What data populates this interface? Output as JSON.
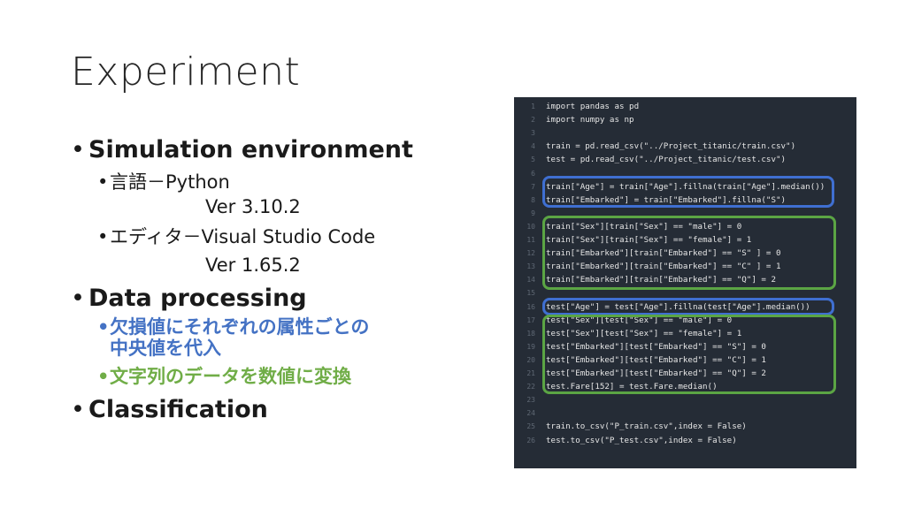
{
  "slide": {
    "title": "Experiment",
    "bullets": {
      "sim_env": "Simulation environment",
      "lang": "言語－Python",
      "lang_ver": "Ver 3.10.2",
      "editor": "エディタ－Visual Studio Code",
      "editor_ver": "Ver 1.65.2",
      "data_proc": "Data processing",
      "missing_1": "欠損値にそれぞれの属性ごとの",
      "missing_2": "中央値を代入",
      "convert": "文字列のデータを数値に変換",
      "classification": "Classification"
    },
    "colors": {
      "blue_text": "#4472c4",
      "green_text": "#70ad47",
      "box_blue": "#3f6fd1",
      "box_green": "#5ba544",
      "editor_bg": "#252c36"
    }
  },
  "code": {
    "line_numbers": [
      "1",
      "2",
      "3",
      "4",
      "5",
      "6",
      "7",
      "8",
      "9",
      "10",
      "11",
      "12",
      "13",
      "14",
      "15",
      "16",
      "17",
      "18",
      "19",
      "20",
      "21",
      "22",
      "23",
      "24",
      "25",
      "26"
    ],
    "lines": [
      "import pandas as pd",
      "import numpy as np",
      "",
      "train = pd.read_csv(\"../Project_titanic/train.csv\")",
      "test = pd.read_csv(\"../Project_titanic/test.csv\")",
      "",
      "train[\"Age\"] = train[\"Age\"].fillna(train[\"Age\"].median())",
      "train[\"Embarked\"] = train[\"Embarked\"].fillna(\"S\")",
      "",
      "train[\"Sex\"][train[\"Sex\"] == \"male\"] = 0",
      "train[\"Sex\"][train[\"Sex\"] == \"female\"] = 1",
      "train[\"Embarked\"][train[\"Embarked\"] == \"S\" ] = 0",
      "train[\"Embarked\"][train[\"Embarked\"] == \"C\" ] = 1",
      "train[\"Embarked\"][train[\"Embarked\"] == \"Q\"] = 2",
      "",
      "test[\"Age\"] = test[\"Age\"].fillna(test[\"Age\"].median())",
      "test[\"Sex\"][test[\"Sex\"] == \"male\"] = 0",
      "test[\"Sex\"][test[\"Sex\"] == \"female\"] = 1",
      "test[\"Embarked\"][test[\"Embarked\"] == \"S\"] = 0",
      "test[\"Embarked\"][test[\"Embarked\"] == \"C\"] = 1",
      "test[\"Embarked\"][test[\"Embarked\"] == \"Q\"] = 2",
      "test.Fare[152] = test.Fare.median()",
      "",
      "",
      "train.to_csv(\"P_train.csv\",index = False)",
      "test.to_csv(\"P_test.csv\",index = False)"
    ]
  }
}
